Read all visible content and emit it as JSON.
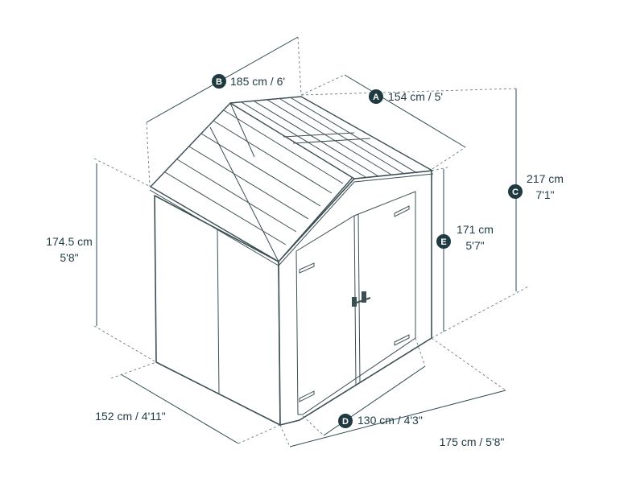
{
  "dimensions": {
    "A": {
      "badge": "A",
      "text": "154 cm / 5'"
    },
    "B": {
      "badge": "B",
      "text": "185 cm / 6'"
    },
    "C": {
      "badge": "C",
      "text1": "217 cm",
      "text2": "7'1\""
    },
    "D": {
      "badge": "D",
      "text": "130 cm / 4'3\""
    },
    "E": {
      "badge": "E",
      "text1": "171 cm",
      "text2": "5'7\""
    },
    "wall_height": {
      "text1": "174.5 cm",
      "text2": "5'8\""
    },
    "side_depth": {
      "text": "152 cm / 4'11\""
    },
    "front_width": {
      "text": "175 cm / 5'8\""
    }
  },
  "colors": {
    "badge": "#1f3a40",
    "line": "#2b4a50"
  }
}
